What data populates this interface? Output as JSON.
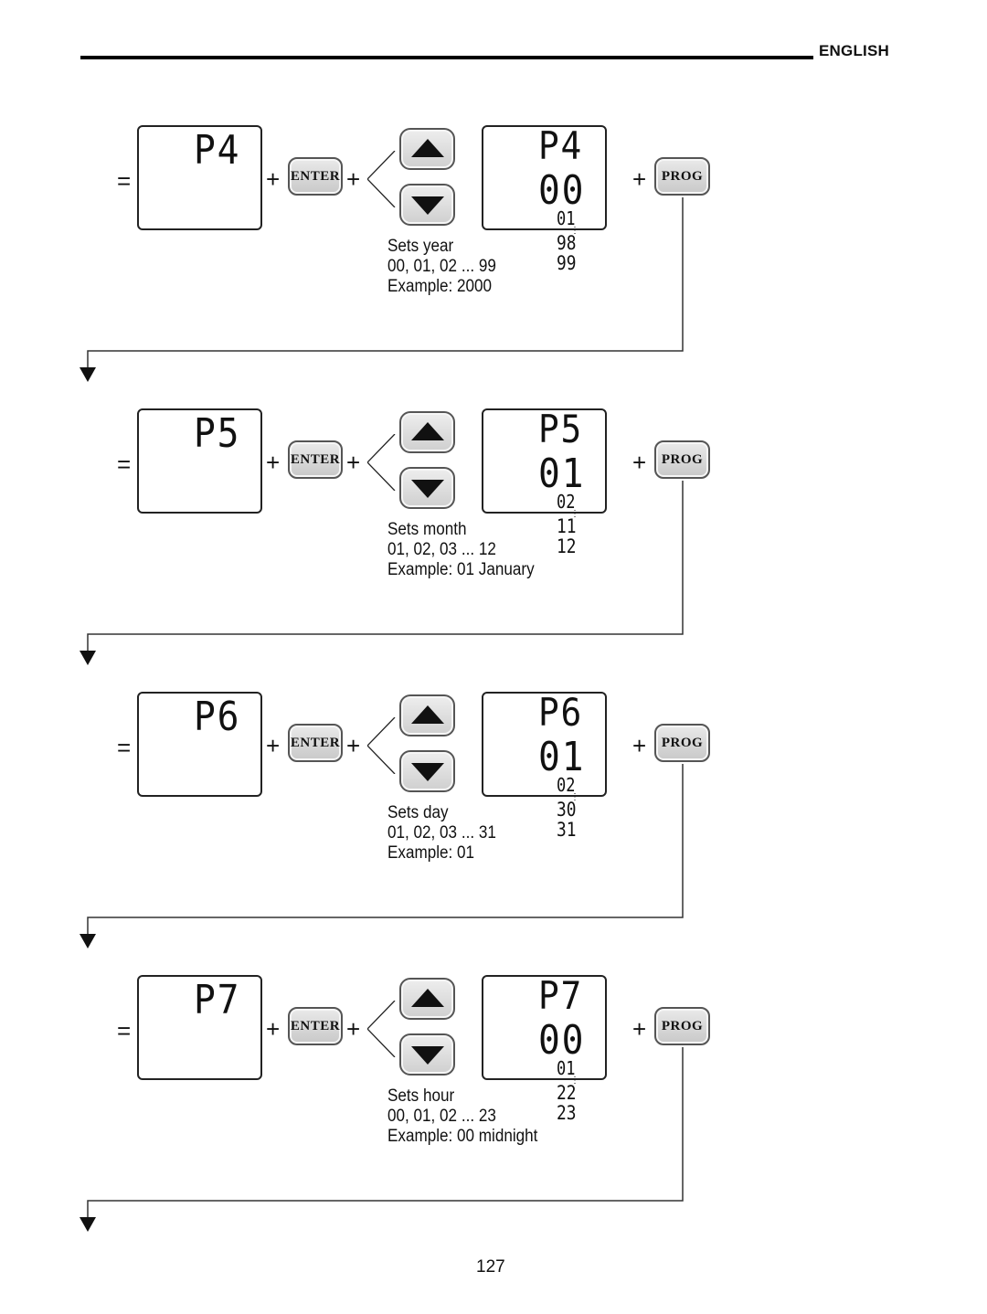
{
  "header": {
    "language": "ENGLISH"
  },
  "symbols": {
    "equals": "=",
    "plus": "+"
  },
  "buttons": {
    "enter": "ENTER",
    "prog": "PROG",
    "up_icon": "triangle-up-icon",
    "down_icon": "triangle-down-icon"
  },
  "steps": [
    {
      "code": "P4",
      "value": "00",
      "seq_first": "01",
      "seq_a": "98",
      "seq_b": "99",
      "desc": {
        "title": "Sets year",
        "range": "00, 01, 02 ... 99",
        "example": "Example: 2000"
      }
    },
    {
      "code": "P5",
      "value": "01",
      "seq_first": "02",
      "seq_a": "11",
      "seq_b": "12",
      "desc": {
        "title": "Sets month",
        "range": "01, 02, 03 ... 12",
        "example": "Example: 01 January"
      }
    },
    {
      "code": "P6",
      "value": "01",
      "seq_first": "02",
      "seq_a": "30",
      "seq_b": "31",
      "desc": {
        "title": "Sets day",
        "range": "01, 02, 03 ... 31",
        "example": "Example: 01"
      }
    },
    {
      "code": "P7",
      "value": "00",
      "seq_first": "01",
      "seq_a": "22",
      "seq_b": "23",
      "desc": {
        "title": "Sets hour",
        "range": "00, 01, 02 ... 23",
        "example": "Example: 00 midnight"
      }
    }
  ],
  "page_number": "127"
}
